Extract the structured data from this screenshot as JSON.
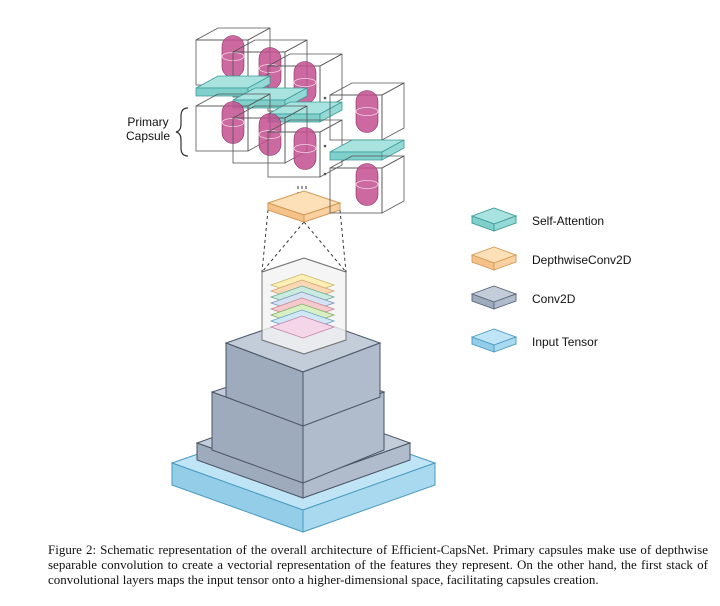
{
  "diagram": {
    "primary_capsule_label": [
      "Primary",
      "Capsule"
    ],
    "legend": [
      {
        "label": "Self-Attention",
        "top": "#a8e3e0",
        "left": "#7fcfcb",
        "right": "#94d9d6",
        "stroke": "#3a9a96"
      },
      {
        "label": "DepthwiseConv2D",
        "top": "#fde0b8",
        "left": "#f5c38a",
        "right": "#f9d1a0",
        "stroke": "#d39a55"
      },
      {
        "label": "Conv2D",
        "top": "#c3ccd9",
        "left": "#9eabbd",
        "right": "#b0bccb",
        "stroke": "#5a6678"
      },
      {
        "label": "Input Tensor",
        "top": "#bfe4f5",
        "left": "#93cde8",
        "right": "#a8d9ee",
        "stroke": "#4a9ac0"
      }
    ],
    "colors": {
      "capsule": "#c24f8f",
      "cube_stroke": "#555555"
    }
  },
  "caption": "Figure 2: Schematic representation of the overall architecture of Efficient-CapsNet. Primary capsules make use of depthwise separable convolution to create a vectorial representation of the features they represent. On the other hand, the first stack of convolutional layers maps the input tensor onto a higher-dimensional space, facilitating capsules creation."
}
